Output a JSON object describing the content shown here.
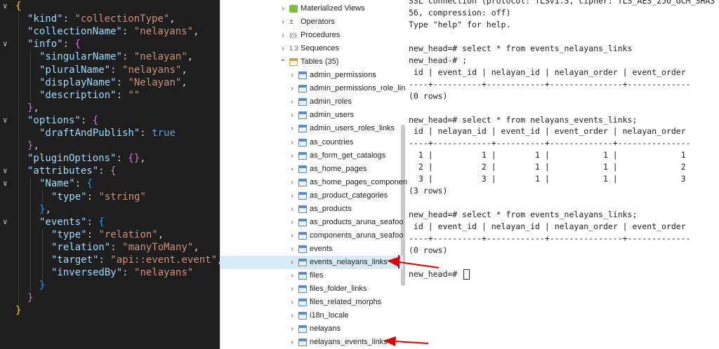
{
  "editor": {
    "lines": [
      {
        "indent": 0,
        "fold": true,
        "tokens": [
          {
            "c": "b1",
            "t": "{"
          }
        ]
      },
      {
        "indent": 1,
        "fold": false,
        "tokens": [
          {
            "c": "k",
            "t": "\"kind\""
          },
          {
            "c": "p",
            "t": ": "
          },
          {
            "c": "s",
            "t": "\"collectionType\""
          },
          {
            "c": "p",
            "t": ","
          }
        ]
      },
      {
        "indent": 1,
        "fold": false,
        "tokens": [
          {
            "c": "k",
            "t": "\"collectionName\""
          },
          {
            "c": "p",
            "t": ": "
          },
          {
            "c": "s",
            "t": "\"nelayans\""
          },
          {
            "c": "p",
            "t": ","
          }
        ]
      },
      {
        "indent": 1,
        "fold": true,
        "tokens": [
          {
            "c": "k",
            "t": "\"info\""
          },
          {
            "c": "p",
            "t": ": "
          },
          {
            "c": "b2",
            "t": "{"
          }
        ]
      },
      {
        "indent": 2,
        "fold": false,
        "tokens": [
          {
            "c": "k",
            "t": "\"singularName\""
          },
          {
            "c": "p",
            "t": ": "
          },
          {
            "c": "s",
            "t": "\"nelayan\""
          },
          {
            "c": "p",
            "t": ","
          }
        ]
      },
      {
        "indent": 2,
        "fold": false,
        "tokens": [
          {
            "c": "k",
            "t": "\"pluralName\""
          },
          {
            "c": "p",
            "t": ": "
          },
          {
            "c": "s",
            "t": "\"nelayans\""
          },
          {
            "c": "p",
            "t": ","
          }
        ]
      },
      {
        "indent": 2,
        "fold": false,
        "tokens": [
          {
            "c": "k",
            "t": "\"displayName\""
          },
          {
            "c": "p",
            "t": ": "
          },
          {
            "c": "s",
            "t": "\"Nelayan\""
          },
          {
            "c": "p",
            "t": ","
          }
        ]
      },
      {
        "indent": 2,
        "fold": false,
        "tokens": [
          {
            "c": "k",
            "t": "\"description\""
          },
          {
            "c": "p",
            "t": ": "
          },
          {
            "c": "s",
            "t": "\"\""
          }
        ]
      },
      {
        "indent": 1,
        "fold": false,
        "tokens": [
          {
            "c": "b2",
            "t": "}"
          },
          {
            "c": "p",
            "t": ","
          }
        ]
      },
      {
        "indent": 1,
        "fold": true,
        "tokens": [
          {
            "c": "k",
            "t": "\"options\""
          },
          {
            "c": "p",
            "t": ": "
          },
          {
            "c": "b2",
            "t": "{"
          }
        ]
      },
      {
        "indent": 2,
        "fold": false,
        "tokens": [
          {
            "c": "k",
            "t": "\"draftAndPublish\""
          },
          {
            "c": "p",
            "t": ": "
          },
          {
            "c": "lit",
            "t": "true"
          }
        ]
      },
      {
        "indent": 1,
        "fold": false,
        "tokens": [
          {
            "c": "b2",
            "t": "}"
          },
          {
            "c": "p",
            "t": ","
          }
        ]
      },
      {
        "indent": 1,
        "fold": false,
        "tokens": [
          {
            "c": "k",
            "t": "\"pluginOptions\""
          },
          {
            "c": "p",
            "t": ": "
          },
          {
            "c": "b2",
            "t": "{}"
          },
          {
            "c": "p",
            "t": ","
          }
        ]
      },
      {
        "indent": 1,
        "fold": true,
        "tokens": [
          {
            "c": "k",
            "t": "\"attributes\""
          },
          {
            "c": "p",
            "t": ": "
          },
          {
            "c": "b2",
            "t": "{"
          }
        ]
      },
      {
        "indent": 2,
        "fold": true,
        "tokens": [
          {
            "c": "k",
            "t": "\"Name\""
          },
          {
            "c": "p",
            "t": ": "
          },
          {
            "c": "b3",
            "t": "{"
          }
        ]
      },
      {
        "indent": 3,
        "fold": false,
        "tokens": [
          {
            "c": "k",
            "t": "\"type\""
          },
          {
            "c": "p",
            "t": ": "
          },
          {
            "c": "s",
            "t": "\"string\""
          }
        ]
      },
      {
        "indent": 2,
        "fold": false,
        "tokens": [
          {
            "c": "b3",
            "t": "}"
          },
          {
            "c": "p",
            "t": ","
          }
        ]
      },
      {
        "indent": 2,
        "fold": true,
        "tokens": [
          {
            "c": "k",
            "t": "\"events\""
          },
          {
            "c": "p",
            "t": ": "
          },
          {
            "c": "b3",
            "t": "{"
          }
        ]
      },
      {
        "indent": 3,
        "fold": false,
        "tokens": [
          {
            "c": "k",
            "t": "\"type\""
          },
          {
            "c": "p",
            "t": ": "
          },
          {
            "c": "s",
            "t": "\"relation\""
          },
          {
            "c": "p",
            "t": ","
          }
        ]
      },
      {
        "indent": 3,
        "fold": false,
        "tokens": [
          {
            "c": "k",
            "t": "\"relation\""
          },
          {
            "c": "p",
            "t": ": "
          },
          {
            "c": "s",
            "t": "\"manyToMany\""
          },
          {
            "c": "p",
            "t": ","
          }
        ]
      },
      {
        "indent": 3,
        "fold": false,
        "tokens": [
          {
            "c": "k",
            "t": "\"target\""
          },
          {
            "c": "p",
            "t": ": "
          },
          {
            "c": "s",
            "t": "\"api::event.event\""
          },
          {
            "c": "p",
            "t": ","
          }
        ]
      },
      {
        "indent": 3,
        "fold": false,
        "tokens": [
          {
            "c": "k",
            "t": "\"inversedBy\""
          },
          {
            "c": "p",
            "t": ": "
          },
          {
            "c": "s",
            "t": "\"nelayans\""
          }
        ]
      },
      {
        "indent": 2,
        "fold": false,
        "tokens": [
          {
            "c": "b3",
            "t": "}"
          }
        ]
      },
      {
        "indent": 1,
        "fold": false,
        "tokens": [
          {
            "c": "b2",
            "t": "}"
          }
        ]
      },
      {
        "indent": 0,
        "fold": false,
        "tokens": [
          {
            "c": "b1",
            "t": "}"
          }
        ]
      }
    ]
  },
  "tree": {
    "top_items": [
      {
        "label": "Materialized Views",
        "icon": "materialized-views-icon"
      },
      {
        "label": "Operators",
        "icon": "operators-icon"
      },
      {
        "label": "Procedures",
        "icon": "procedures-icon"
      },
      {
        "label": "Sequences",
        "icon": "sequences-icon",
        "glyph": "1.3"
      },
      {
        "label": "Tables (35)",
        "icon": "tables-icon",
        "expanded": true
      }
    ],
    "tables": [
      {
        "label": "admin_permissions"
      },
      {
        "label": "admin_permissions_role_lin"
      },
      {
        "label": "admin_roles"
      },
      {
        "label": "admin_users"
      },
      {
        "label": "admin_users_roles_links"
      },
      {
        "label": "as_countries"
      },
      {
        "label": "as_form_get_catalogs"
      },
      {
        "label": "as_home_pages"
      },
      {
        "label": "as_home_pages_componen"
      },
      {
        "label": "as_product_categories"
      },
      {
        "label": "as_products"
      },
      {
        "label": "as_products_aruna_seafoo"
      },
      {
        "label": "components_aruna_seafoo"
      },
      {
        "label": "events"
      },
      {
        "label": "events_nelayans_links",
        "selected": true
      },
      {
        "label": "files"
      },
      {
        "label": "files_folder_links"
      },
      {
        "label": "files_related_morphs"
      },
      {
        "label": "i18n_locale"
      },
      {
        "label": "nelayans"
      },
      {
        "label": "nelayans_events_links"
      }
    ]
  },
  "terminal": {
    "lines": [
      "SSL connection (protocol: TLSv1.3, cipher: TLS_AES_256_GCM_SHA3",
      "56, compression: off)",
      "Type \"help\" for help.",
      "",
      "new_head=# select * from events_nelayans_links",
      "new_head-# ;",
      " id | event_id | nelayan_id | nelayan_order | event_order",
      "----+----------+------------+---------------+-------------",
      "(0 rows)",
      "",
      "new_head=# select * from nelayans_events_links;",
      " id | nelayan_id | event_id | event_order | nelayan_order",
      "----+------------+----------+-------------+---------------",
      "  1 |          1 |        1 |           1 |             1",
      "  2 |          2 |        1 |           1 |             2",
      "  3 |          3 |        1 |           1 |             3",
      "(3 rows)",
      "",
      "new_head=# select * from events_nelayans_links;",
      " id | event_id | nelayan_id | nelayan_order | event_order",
      "----+----------+------------+---------------+-------------",
      "(0 rows)",
      "",
      "new_head=# "
    ]
  },
  "colors": {
    "annotation_arrow": "#e00000",
    "selected_row": "#d6ecf8",
    "editor_bg": "#1e1e1e"
  }
}
